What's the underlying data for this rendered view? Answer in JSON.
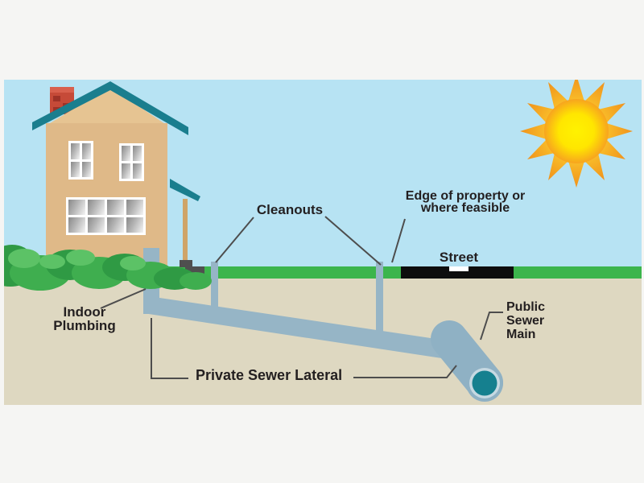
{
  "diagram": {
    "title": "Private sewer lateral cross-section diagram",
    "labels": {
      "cleanouts": "Cleanouts",
      "edge_line1": "Edge of property or",
      "edge_line2": "where feasible",
      "street": "Street",
      "indoor_line1": "Indoor",
      "indoor_line2": "Plumbing",
      "private_lateral": "Private Sewer Lateral",
      "public_line1": "Public",
      "public_line2": "Sewer",
      "public_line3": "Main"
    }
  },
  "colors": {
    "page-bg": "#f5f5f3",
    "sky": "#b7e3f3",
    "grass": "#3cb54c",
    "bush-dark": "#2f9a44",
    "bush-mid": "#3fae4f",
    "bush-light": "#5cc266",
    "ground": "#ded8c1",
    "street": "#0d0d0d",
    "street-dash": "#ffffff",
    "pipe": "#96b5c6",
    "main-body": "#8fb1c4",
    "main-ring": "#c6d9e2",
    "main-inner": "#15808f",
    "roof": "#1a7e8e",
    "wall": "#dfb988",
    "gable": "#e6c492",
    "chimney": "#c64a38",
    "chimney-dark": "#9e3227",
    "post": "#cfa468",
    "steps": "#4f4f4f",
    "window-frame": "#ffffff",
    "text": "#231f20",
    "pointer": "#4d4d4d",
    "sun-core": "#fff200",
    "sun-ray": "#f6a01f"
  }
}
